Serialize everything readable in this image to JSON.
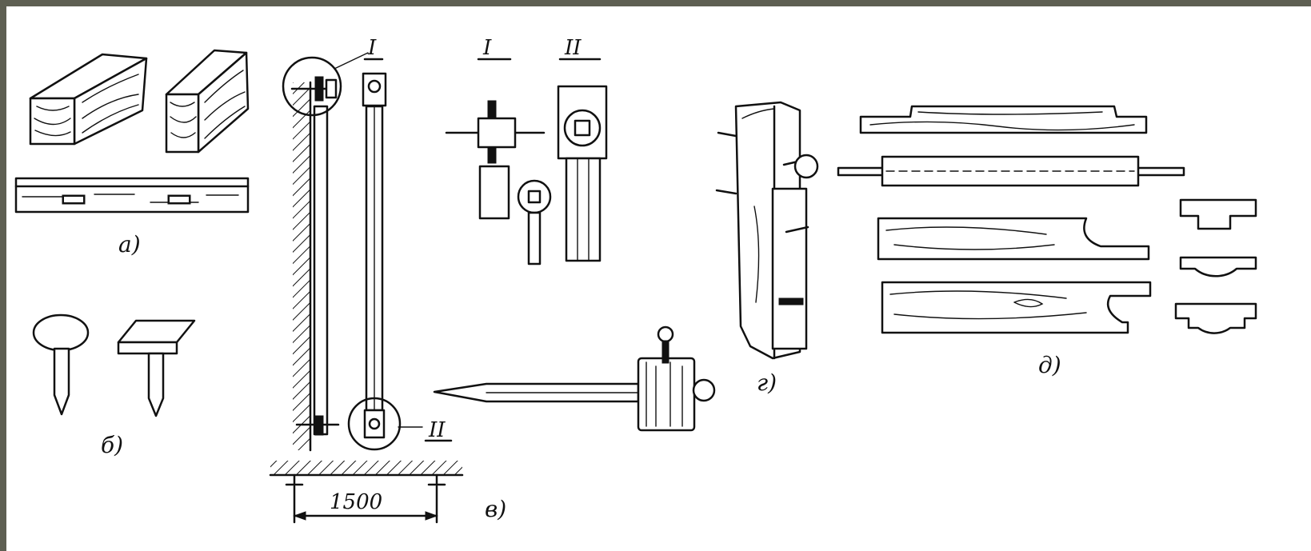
{
  "labels": {
    "a": "а)",
    "b": "б)",
    "v": "в)",
    "g": "г)",
    "d": "д)",
    "roman_1": "I",
    "roman_2": "II",
    "detail_1": "I",
    "detail_2": "II",
    "dimension": "1500"
  },
  "colors": {
    "ink": "#111111",
    "paper": "#ffffff",
    "border": "#5e5f52"
  }
}
